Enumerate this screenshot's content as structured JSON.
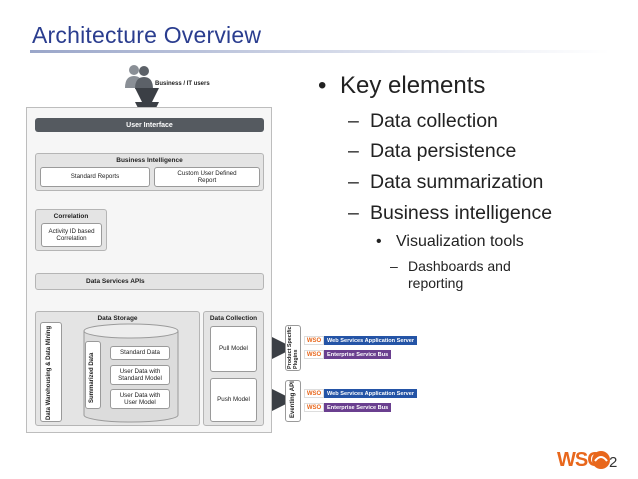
{
  "slide": {
    "title": "Architecture Overview"
  },
  "bullets": {
    "level1": "Key elements",
    "level2": [
      "Data collection",
      "Data persistence",
      "Data summarization",
      "Business intelligence"
    ],
    "level3": "Visualization tools",
    "level4": "Dashboards and reporting"
  },
  "diagram": {
    "users_label": "Business / IT users",
    "user_interface": "User Interface",
    "business_intelligence": {
      "title": "Business Intelligence",
      "standard_reports": "Standard Reports",
      "custom_reports": "Custom User Defined Report"
    },
    "correlation": {
      "title": "Correlation",
      "item": "Activity ID based Correlation"
    },
    "data_services_apis": "Data Services APIs",
    "data_storage": {
      "title": "Data Storage",
      "warehousing": "Data Warehousing & Data Mining",
      "summarized": "Summarized Data",
      "items": [
        "Standard Data",
        "User Data with Standard Model",
        "User Data with User Model"
      ]
    },
    "data_collection": {
      "title": "Data Collection",
      "pull": "Pull Model",
      "push": "Push Model"
    },
    "side_labels": {
      "plugins": "Product Specific Plugins",
      "eventing": "Eventing API"
    },
    "products": {
      "wso_mini": "WSO",
      "app_server": "Web Services Application Server",
      "esb": "Enterprise Service Bus"
    }
  },
  "logo": {
    "text": "WSO",
    "suffix": "2"
  },
  "colors": {
    "title": "#2a3d8f",
    "dark_bar": "#555a60",
    "wso2_orange": "#e8671c"
  }
}
